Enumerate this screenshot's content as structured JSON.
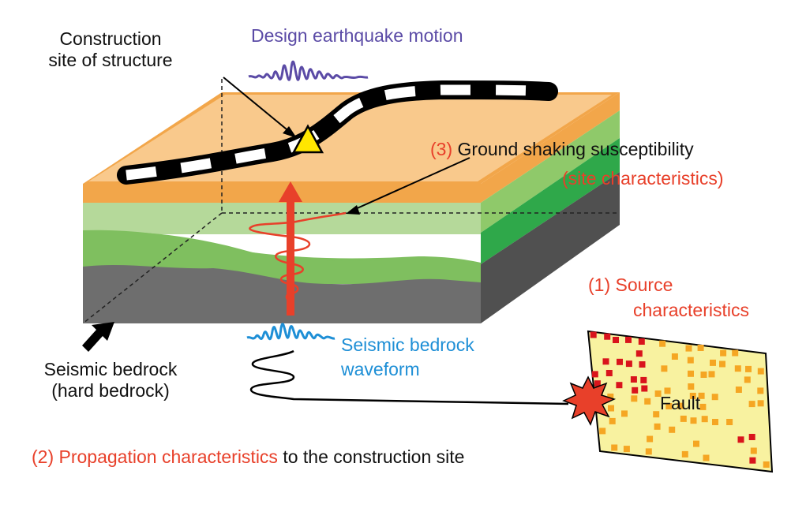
{
  "labels": {
    "construction_site_line1": "Construction",
    "construction_site_line2": "site of structure",
    "design_motion": "Design earthquake motion",
    "ground_shaking_num": "(3)",
    "ground_shaking": "Ground shaking susceptibility",
    "site_characteristics": "(site characteristics)",
    "source_line1": "(1) Source",
    "source_line2": "characteristics",
    "seismic_bedrock_waveform_line1": "Seismic bedrock",
    "seismic_bedrock_waveform_line2": "waveform",
    "seismic_bedrock_line1": "Seismic bedrock",
    "seismic_bedrock_line2": "(hard bedrock)",
    "fault": "Fault",
    "propagation_num": "(2)",
    "propagation": "Propagation characteristics",
    "propagation_suffix": "to the construction site"
  },
  "colors": {
    "surface_top": "#f9c98c",
    "surface_edge": "#f2a64a",
    "layer_light_green": "#b5d99a",
    "layer_green": "#7fbf5f",
    "layer_bright_green": "#2fa84a",
    "bedrock_front": "#6e6e6e",
    "bedrock_side": "#505050",
    "label_red": "#e8402a",
    "label_blue": "#1e8fd6",
    "label_purple": "#5b4ba6",
    "structure_marker": "#ffe600",
    "fault_bg": "#f8f2a0",
    "fault_orange": "#f5a623",
    "fault_red": "#d9141c"
  },
  "icons": {
    "structure_marker": "triangle-icon",
    "hypocenter": "explosion-icon",
    "bedrock_pointer": "arrow-icon"
  }
}
